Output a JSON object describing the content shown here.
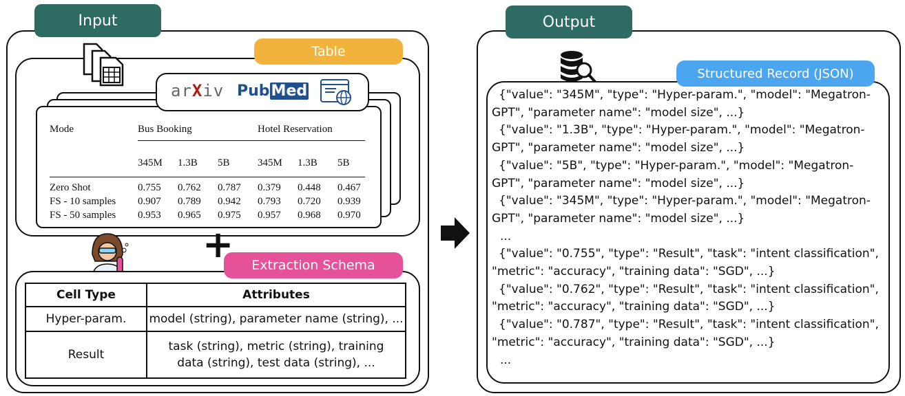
{
  "input": {
    "header": "Input",
    "table_label": "Table",
    "sources": {
      "arxiv": [
        "ar",
        "X",
        "iv"
      ],
      "pubmed": [
        "Pub",
        "Med"
      ]
    },
    "results_table": {
      "mode_header": "Mode",
      "group_headers": [
        "Bus Booking",
        "Hotel Reservation"
      ],
      "sub_headers": [
        "345M",
        "1.3B",
        "5B",
        "345M",
        "1.3B",
        "5B"
      ],
      "rows": [
        {
          "mode": "Zero Shot",
          "values": [
            "0.755",
            "0.762",
            "0.787",
            "0.379",
            "0.448",
            "0.467"
          ]
        },
        {
          "mode": "FS - 10 samples",
          "values": [
            "0.907",
            "0.789",
            "0.942",
            "0.793",
            "0.720",
            "0.939"
          ]
        },
        {
          "mode": "FS - 50 samples",
          "values": [
            "0.953",
            "0.965",
            "0.975",
            "0.957",
            "0.968",
            "0.970"
          ]
        }
      ]
    },
    "plus": "+",
    "schema_label": "Extraction Schema",
    "schema_table": {
      "headers": [
        "Cell Type",
        "Attributes"
      ],
      "rows": [
        {
          "type": "Hyper-param.",
          "attrs": "model (string), parameter name (string), ..."
        },
        {
          "type": "Result",
          "attrs": "task (string), metric (string), training data (string), test data (string), ..."
        }
      ]
    }
  },
  "output": {
    "header": "Output",
    "record_label": "Structured Record (JSON)",
    "records": [
      "{\"value\": \"345M\", \"type\": \"Hyper-param.\", \"model\": \"Megatron-GPT\", \"parameter name\": \"model size\", ...}",
      "{\"value\": \"1.3B\", \"type\": \"Hyper-param.\", \"model\": \"Megatron-GPT\", \"parameter name\": \"model size\", ...}",
      "{\"value\": \"5B\", \"type\": \"Hyper-param.\", \"model\": \"Megatron-GPT\", \"parameter name\": \"model size\", ...}",
      "{\"value\": \"345M\", \"type\": \"Hyper-param.\", \"model\": \"Megatron-GPT\", \"parameter name\": \"model size\", ...}",
      "...",
      "{\"value\": \"0.755\", \"type\": \"Result\", \"task\": \"intent classification\", \"metric\": \"accuracy\", \"training data\": \"SGD\", ...}",
      "{\"value\": \"0.762\", \"type\": \"Result\", \"task\": \"intent classification\", \"metric\": \"accuracy\", \"training data\": \"SGD\", ...}",
      "{\"value\": \"0.787\", \"type\": \"Result\", \"task\": \"intent classification\", \"metric\": \"accuracy\", \"training data\": \"SGD\", ...}",
      "..."
    ]
  },
  "colors": {
    "header_pill": "#2e6b62",
    "table_pill": "#f2b33d",
    "schema_pill": "#e6529a",
    "record_pill": "#4ca6ef"
  },
  "icons": [
    "documents-icon",
    "arxiv-logo",
    "pubmed-logo",
    "web-page-icon",
    "scientist-icon",
    "database-search-icon",
    "right-arrow-icon"
  ]
}
